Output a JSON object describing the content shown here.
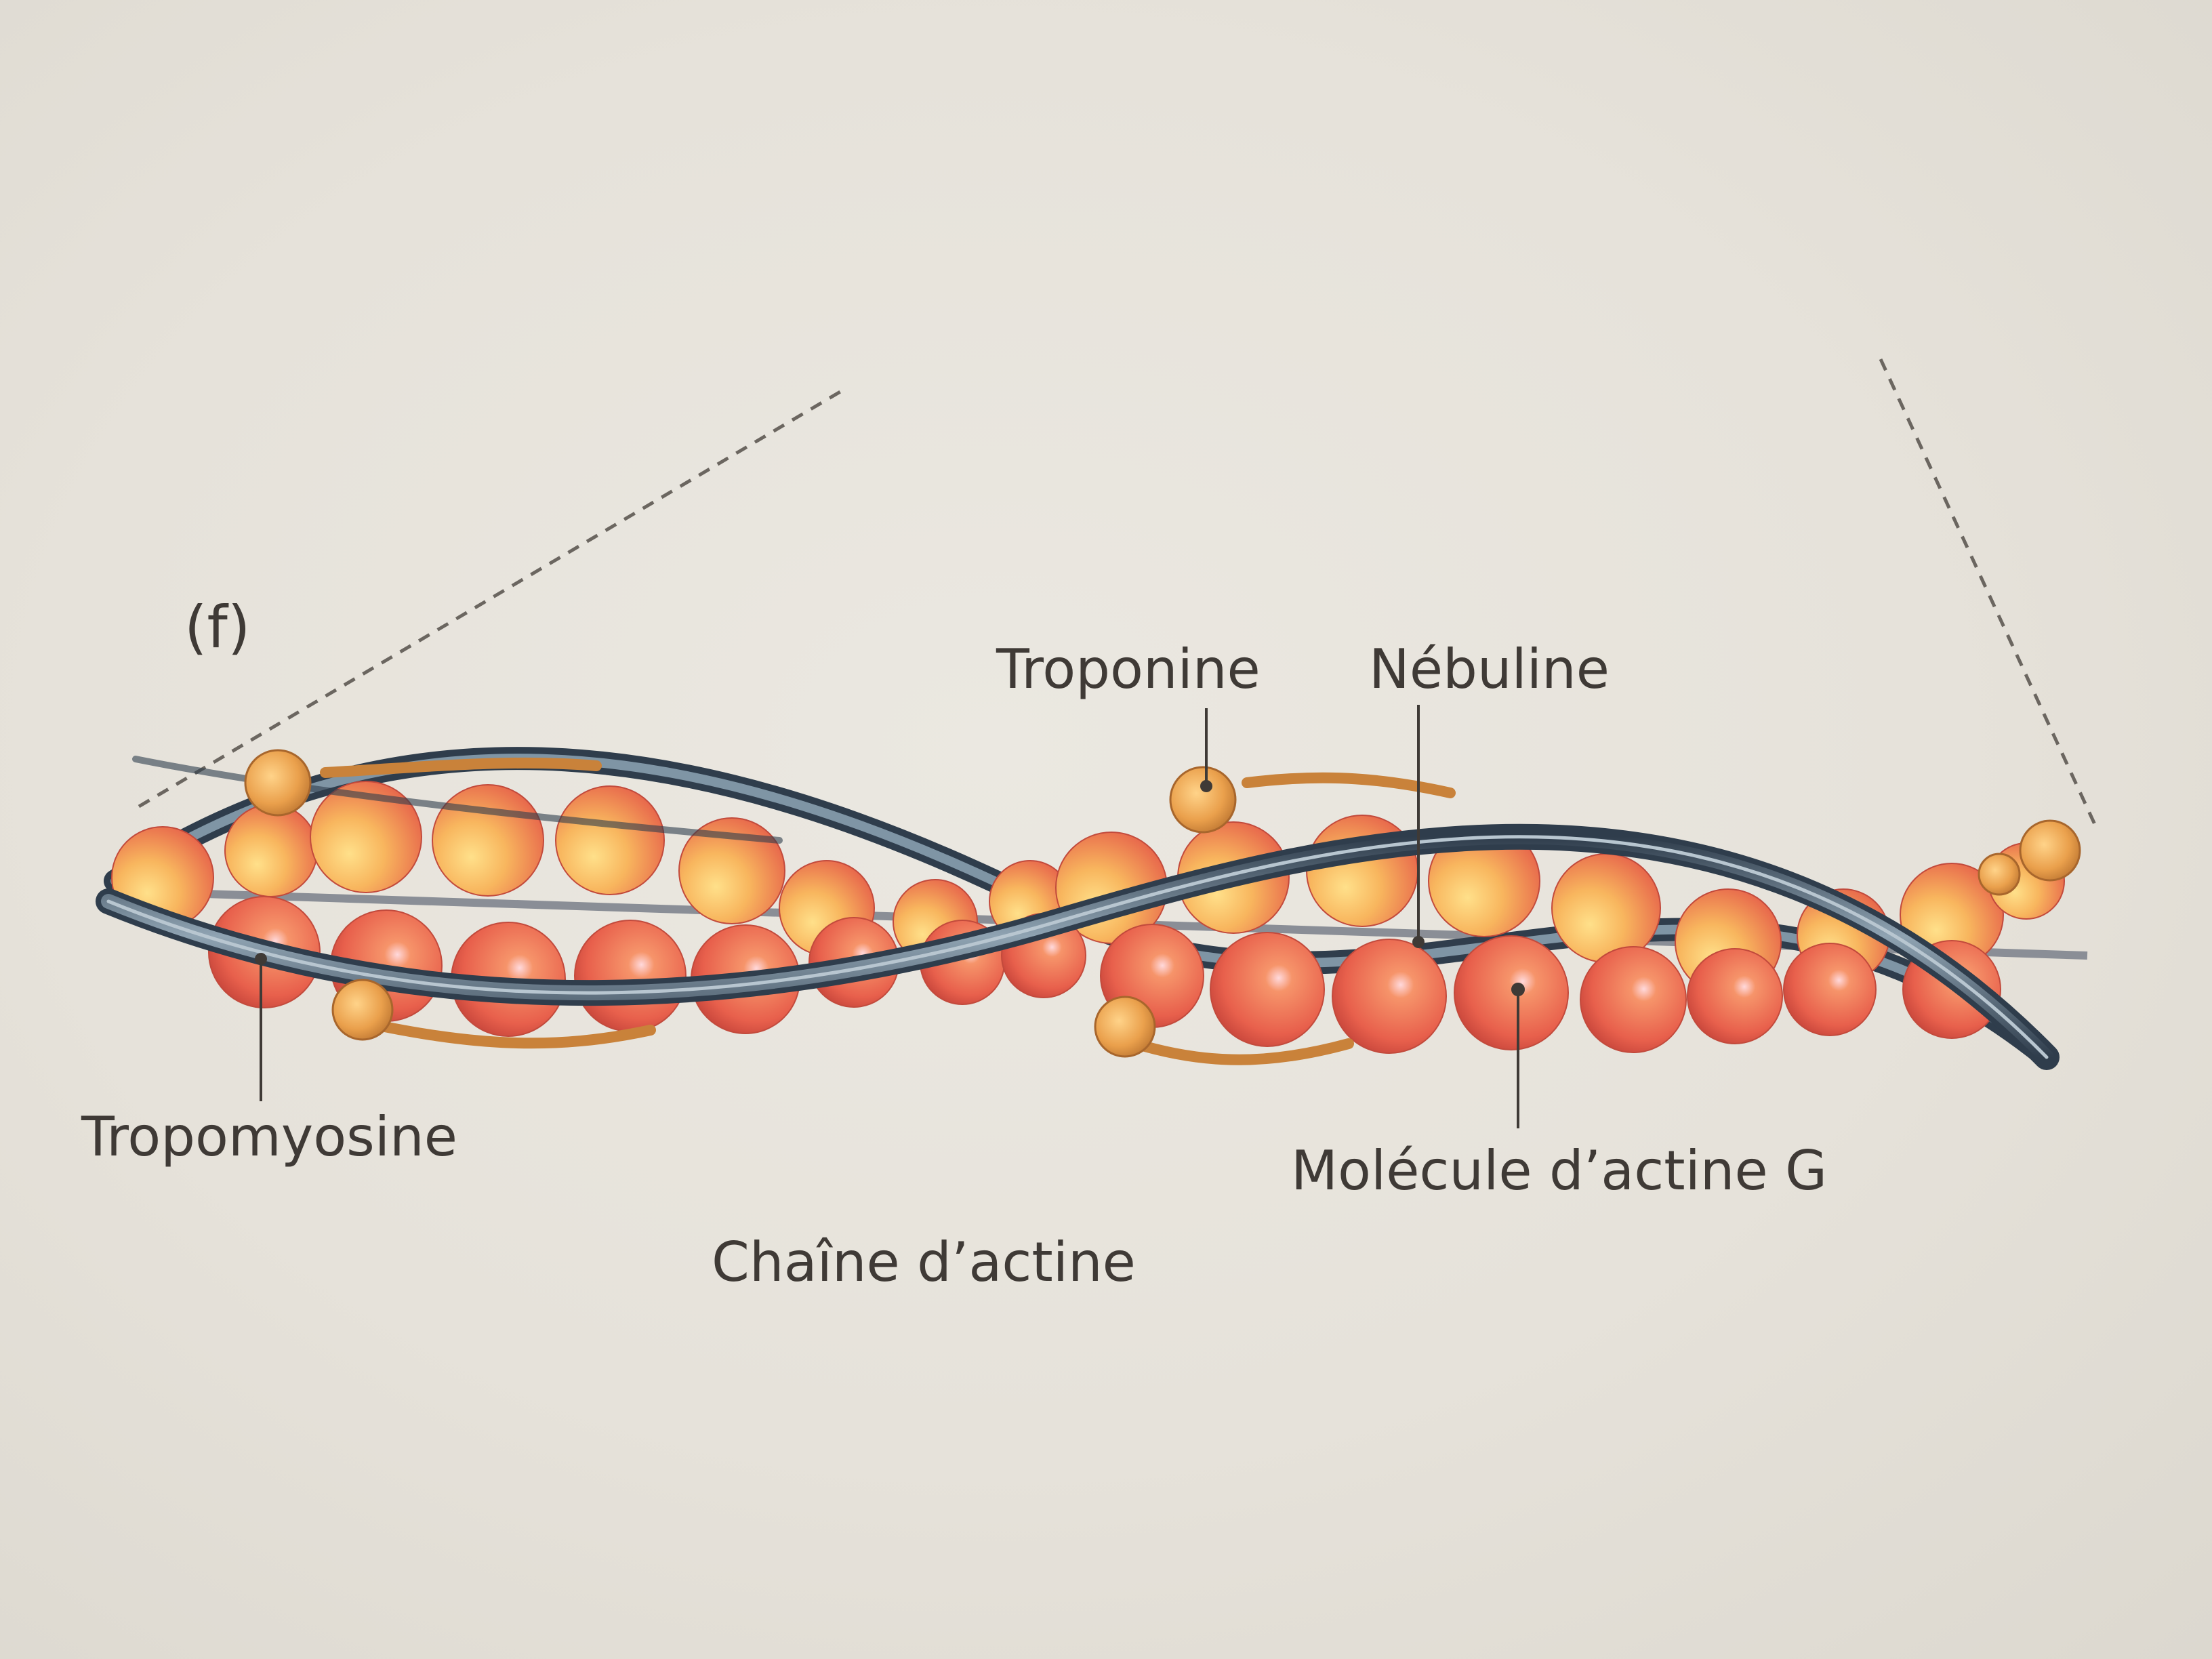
{
  "figure": {
    "panel_letter": "(f)",
    "labels": {
      "troponine": "Troponine",
      "nebuline": "Nébuline",
      "tropomyosine": "Tropomyosine",
      "molecule_actine_g": "Molécule d’actine G",
      "chaine_actine": "Chaîne d’actine"
    },
    "colors": {
      "actin_sphere_light": "#ffd27a",
      "actin_sphere_mid": "#f6946a",
      "actin_sphere_dark": "#e0574a",
      "troponin": "#e9a04a",
      "tropomyosin_strand": "#6f8596",
      "tropomyosin_dark": "#2f3d4c",
      "nebulin": "#8a8e96",
      "dashed_line": "#6b6660",
      "label_text": "#3f3a36"
    }
  }
}
